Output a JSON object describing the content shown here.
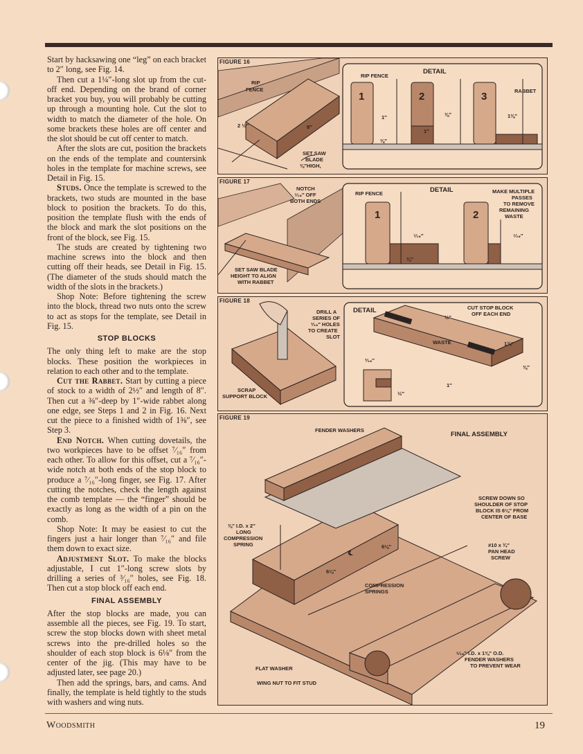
{
  "body": {
    "paragraphs": [
      "Start by hacksawing one “leg” on each bracket to 2″ long, see Fig. 14.",
      "Then cut a 1¼″-long slot up from the cut-off end. Depending on the brand of corner bracket you buy, you will probably be cutting up through a mounting hole. Cut the slot to width to match the diameter of the hole. On some brackets these holes are off center and the slot should be cut off center to match.",
      "After the slots are cut, position the brackets on the ends of the template and countersink holes in the template for machine screws, see Detail in Fig. 15."
    ],
    "studs_head": "Studs.",
    "studs_text": " Once the template is screwed to the brackets, two studs are mounted in the base block to position the brackets. To do this, position the template flush with the ends of the block and mark the slot positions on the front of the block, see Fig. 15.",
    "studs_p2": "The studs are created by tightening two machine screws into the block and then cutting off their heads, see Detail in Fig. 15. (The diameter of the studs should match the width of the slots in the brackets.)",
    "studs_p3": "Shop Note: Before tightening the screw into the block, thread two nuts onto the screw to act as stops for the template, see Detail in Fig. 15.",
    "stop_blocks_heading": "STOP BLOCKS",
    "stop_p1": "The only thing left to make are the stop blocks. These position the workpieces in relation to each other and to the template.",
    "rabbet_head": "Cut the Rabbet.",
    "rabbet_text": " Start by cutting a piece of stock to a width of 2½″ and length of 8″. Then cut a ⅜″-deep by 1″-wide rabbet along one edge, see Steps 1 and 2 in Fig. 16. Next cut the piece to a finished width of 1⅜″, see Step 3.",
    "notch_head": "End Notch.",
    "notch_text": " When cutting dovetails, the two workpieces have to be offset ⁷⁄₁₆″ from each other. To allow for this offset, cut a ⁷⁄₁₆″-wide notch at both ends of the stop block to produce a ⁷⁄₁₆″-long finger, see Fig. 17. After cutting the notches, check the length against the comb template — the “finger” should be exactly as long as the width of a pin on the comb.",
    "notch_p2": "Shop Note: It may be easiest to cut the fingers just a hair longer than ⁷⁄₁₆″ and file them down to exact size.",
    "slot_head": "Adjustment Slot.",
    "slot_text": " To make the blocks adjustable, I cut 1″-long screw slots by drilling a series of ³⁄₁₆″ holes, see Fig. 18. Then cut a stop block off each end.",
    "final_heading": "FINAL ASSEMBLY",
    "final_p1": "After the stop blocks are made, you can assemble all the pieces, see Fig. 19. To start, screw the stop blocks down with sheet metal screws into the pre-drilled holes so the shoulder of each stop block is 6⅛″ from the center of the jig. (This may have to be adjusted later, see page 20.)",
    "final_p2": "Then add the springs, bars, and cams. And finally, the template is held tightly to the studs with washers and wing nuts."
  },
  "fig16": {
    "label": "FIGURE 16",
    "rip_fence": "RIP",
    "rip_fence2": "FENCE",
    "dim_width": "2 ½″",
    "dim_length": "8″",
    "set_saw": "SET SAW",
    "blade": "BLADE",
    "high": "⅜″HIGH,",
    "detail": "DETAIL",
    "detail_rip": "RIP FENCE",
    "rabbet": "RABBET",
    "step1": "1",
    "step2": "2",
    "step3": "3",
    "d1": "1″",
    "d2": "⅜″",
    "d3": "⅜″",
    "d4": "1″",
    "d5": "1⅜″"
  },
  "fig17": {
    "label": "FIGURE 17",
    "notch1": "NOTCH",
    "notch2": "⁷⁄₁₆″ OFF",
    "notch3": "BOTH ENDS",
    "saw1": "SET SAW BLADE",
    "saw2": "HEIGHT TO ALIGN",
    "saw3": "WITH RABBET",
    "detail": "DETAIL",
    "detail_rip": "RIP FENCE",
    "mm1": "MAKE MULTIPLE",
    "mm2": "PASSES",
    "mm3": "TO REMOVE",
    "mm4": "REMAINING",
    "mm5": "WASTE",
    "step1": "1",
    "step2": "2",
    "d1": "⁷⁄₁₆″",
    "d2": "⅜″",
    "d3": "⁷⁄₁₆″"
  },
  "fig18": {
    "label": "FIGURE 18",
    "drill1": "DRILL A",
    "drill2": "SERIES OF",
    "drill3": "³⁄₁₆″ HOLES",
    "drill4": "TO CREATE",
    "drill5": "SLOT",
    "scrap1": "SCRAP",
    "scrap2": "SUPPORT BLOCK",
    "detail": "DETAIL",
    "cut1": "CUT STOP BLOCK",
    "cut2": "OFF EACH END",
    "waste": "WASTE",
    "d_half": "½″",
    "d_134": "1¾″",
    "d_38": "⅜″",
    "d_1": "1″",
    "d_316": "³⁄₁₆″",
    "d_half2": "½″"
  },
  "fig19": {
    "label": "FIGURE 19",
    "fender": "FENDER WASHERS",
    "final": "FINAL ASSEMBLY",
    "screw1": "SCREW DOWN SO",
    "screw2": "SHOULDER OF STOP",
    "screw3": "BLOCK IS 6⅛″ FROM",
    "screw4": "CENTER OF BASE",
    "spring1": "⅜″ I.D. x 2″",
    "spring2": "LONG",
    "spring3": "COMPRESSION",
    "spring4": "SPRING",
    "d61a": "6⅛″",
    "d61b": "6⅛″",
    "cl": "℄",
    "pan1": "#10 x ¾″",
    "pan2": "PAN HEAD",
    "pan3": "SCREW",
    "comp1": "COMPRESSION",
    "comp2": "SPRINGS",
    "fw1": "⁵⁄₁₆″ I.D. x 1⅜″ O.D.",
    "fw2": "FENDER WASHERS",
    "fw3": "TO PREVENT WEAR",
    "flat": "FLAT WASHER",
    "wing": "WING NUT TO FIT STUD"
  },
  "footer": {
    "magazine": "Woodsmith",
    "page": "19"
  }
}
